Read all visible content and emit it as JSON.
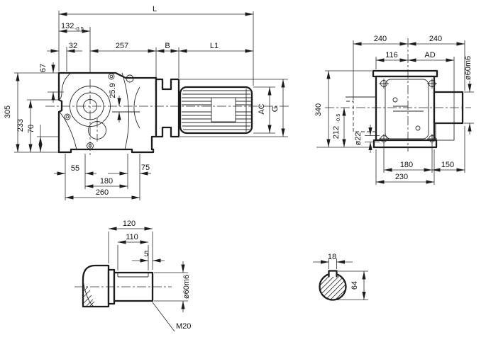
{
  "side_view": {
    "dim_overall_length": "L",
    "dim_132": "132",
    "dim_132_tol": "-0.5",
    "dim_32": "32",
    "dim_257": "257",
    "dim_B": "B",
    "dim_L1": "L1",
    "dim_67": "67",
    "dim_305": "305",
    "dim_233": "233",
    "dim_70": "70",
    "dim_25_9": "25.9",
    "dim_AC": "AC",
    "dim_G": "G",
    "dim_55": "55",
    "dim_75": "75",
    "dim_180": "180",
    "dim_260": "260"
  },
  "end_view": {
    "dim_240_left": "240",
    "dim_240_right": "240",
    "dim_116": "116",
    "dim_AD": "AD",
    "dim_340": "340",
    "dim_212": "212",
    "dim_212_tol": "-0.5",
    "dim_hole_dia": "ø22",
    "dim_shaft_dia": "ø60m6",
    "dim_180": "180",
    "dim_150": "150",
    "dim_230": "230"
  },
  "shaft_detail": {
    "dim_120": "120",
    "dim_110": "110",
    "dim_5": "5",
    "dim_shaft_dia": "ø60m6",
    "dim_tap": "M20"
  },
  "shaft_section": {
    "dim_18": "18",
    "dim_64": "64"
  }
}
